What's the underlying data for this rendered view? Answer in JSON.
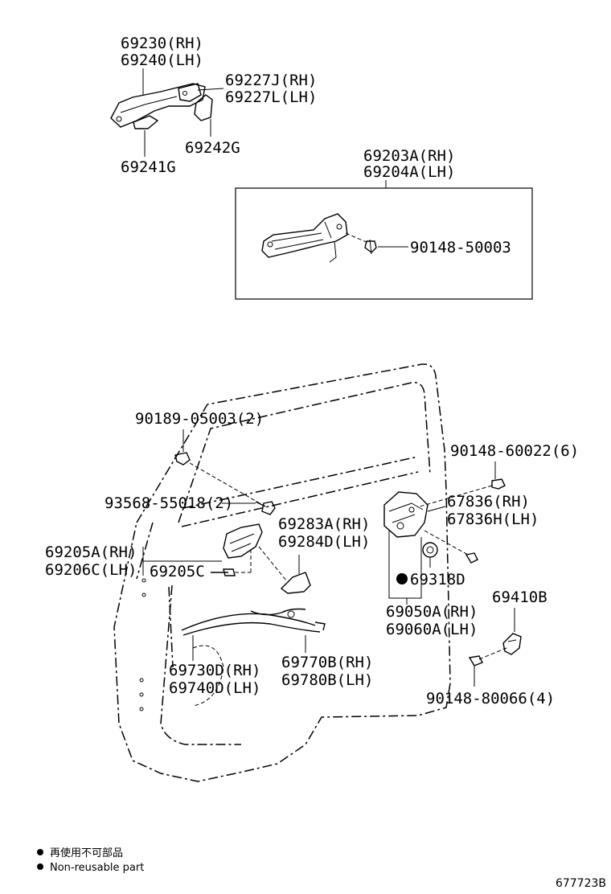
{
  "labels": {
    "p69230": "69230(RH)",
    "p69240": "69240(LH)",
    "p69227J": "69227J(RH)",
    "p69227L": "69227L(LH)",
    "p69242G": "69242G",
    "p69241G": "69241G",
    "p69203A": "69203A(RH)",
    "p69204A": "69204A(LH)",
    "p90148_50003": "90148-50003",
    "p90189": "90189-05003(2)",
    "p90148_60022": "90148-60022(6)",
    "p93568": "93568-55018(2)",
    "p67836": "67836(RH)",
    "p67836H": "67836H(LH)",
    "p69283A": "69283A(RH)",
    "p69284D": "69284D(LH)",
    "p69205A": "69205A(RH)",
    "p69206C": "69206C(LH)",
    "p69205C": "69205C",
    "p69318D": "69318D",
    "p69050A": "69050A(RH)",
    "p69060A": "69060A(LH)",
    "p69410B": "69410B",
    "p69730D": "69730D(RH)",
    "p69740D": "69740D(LH)",
    "p69770B": "69770B(RH)",
    "p69780B": "69780B(LH)",
    "p90148_80066": "90148-80066(4)"
  },
  "legend": {
    "jp": "再使用不可部品",
    "en": "Non-reusable part"
  },
  "diagram_code": "677723B"
}
